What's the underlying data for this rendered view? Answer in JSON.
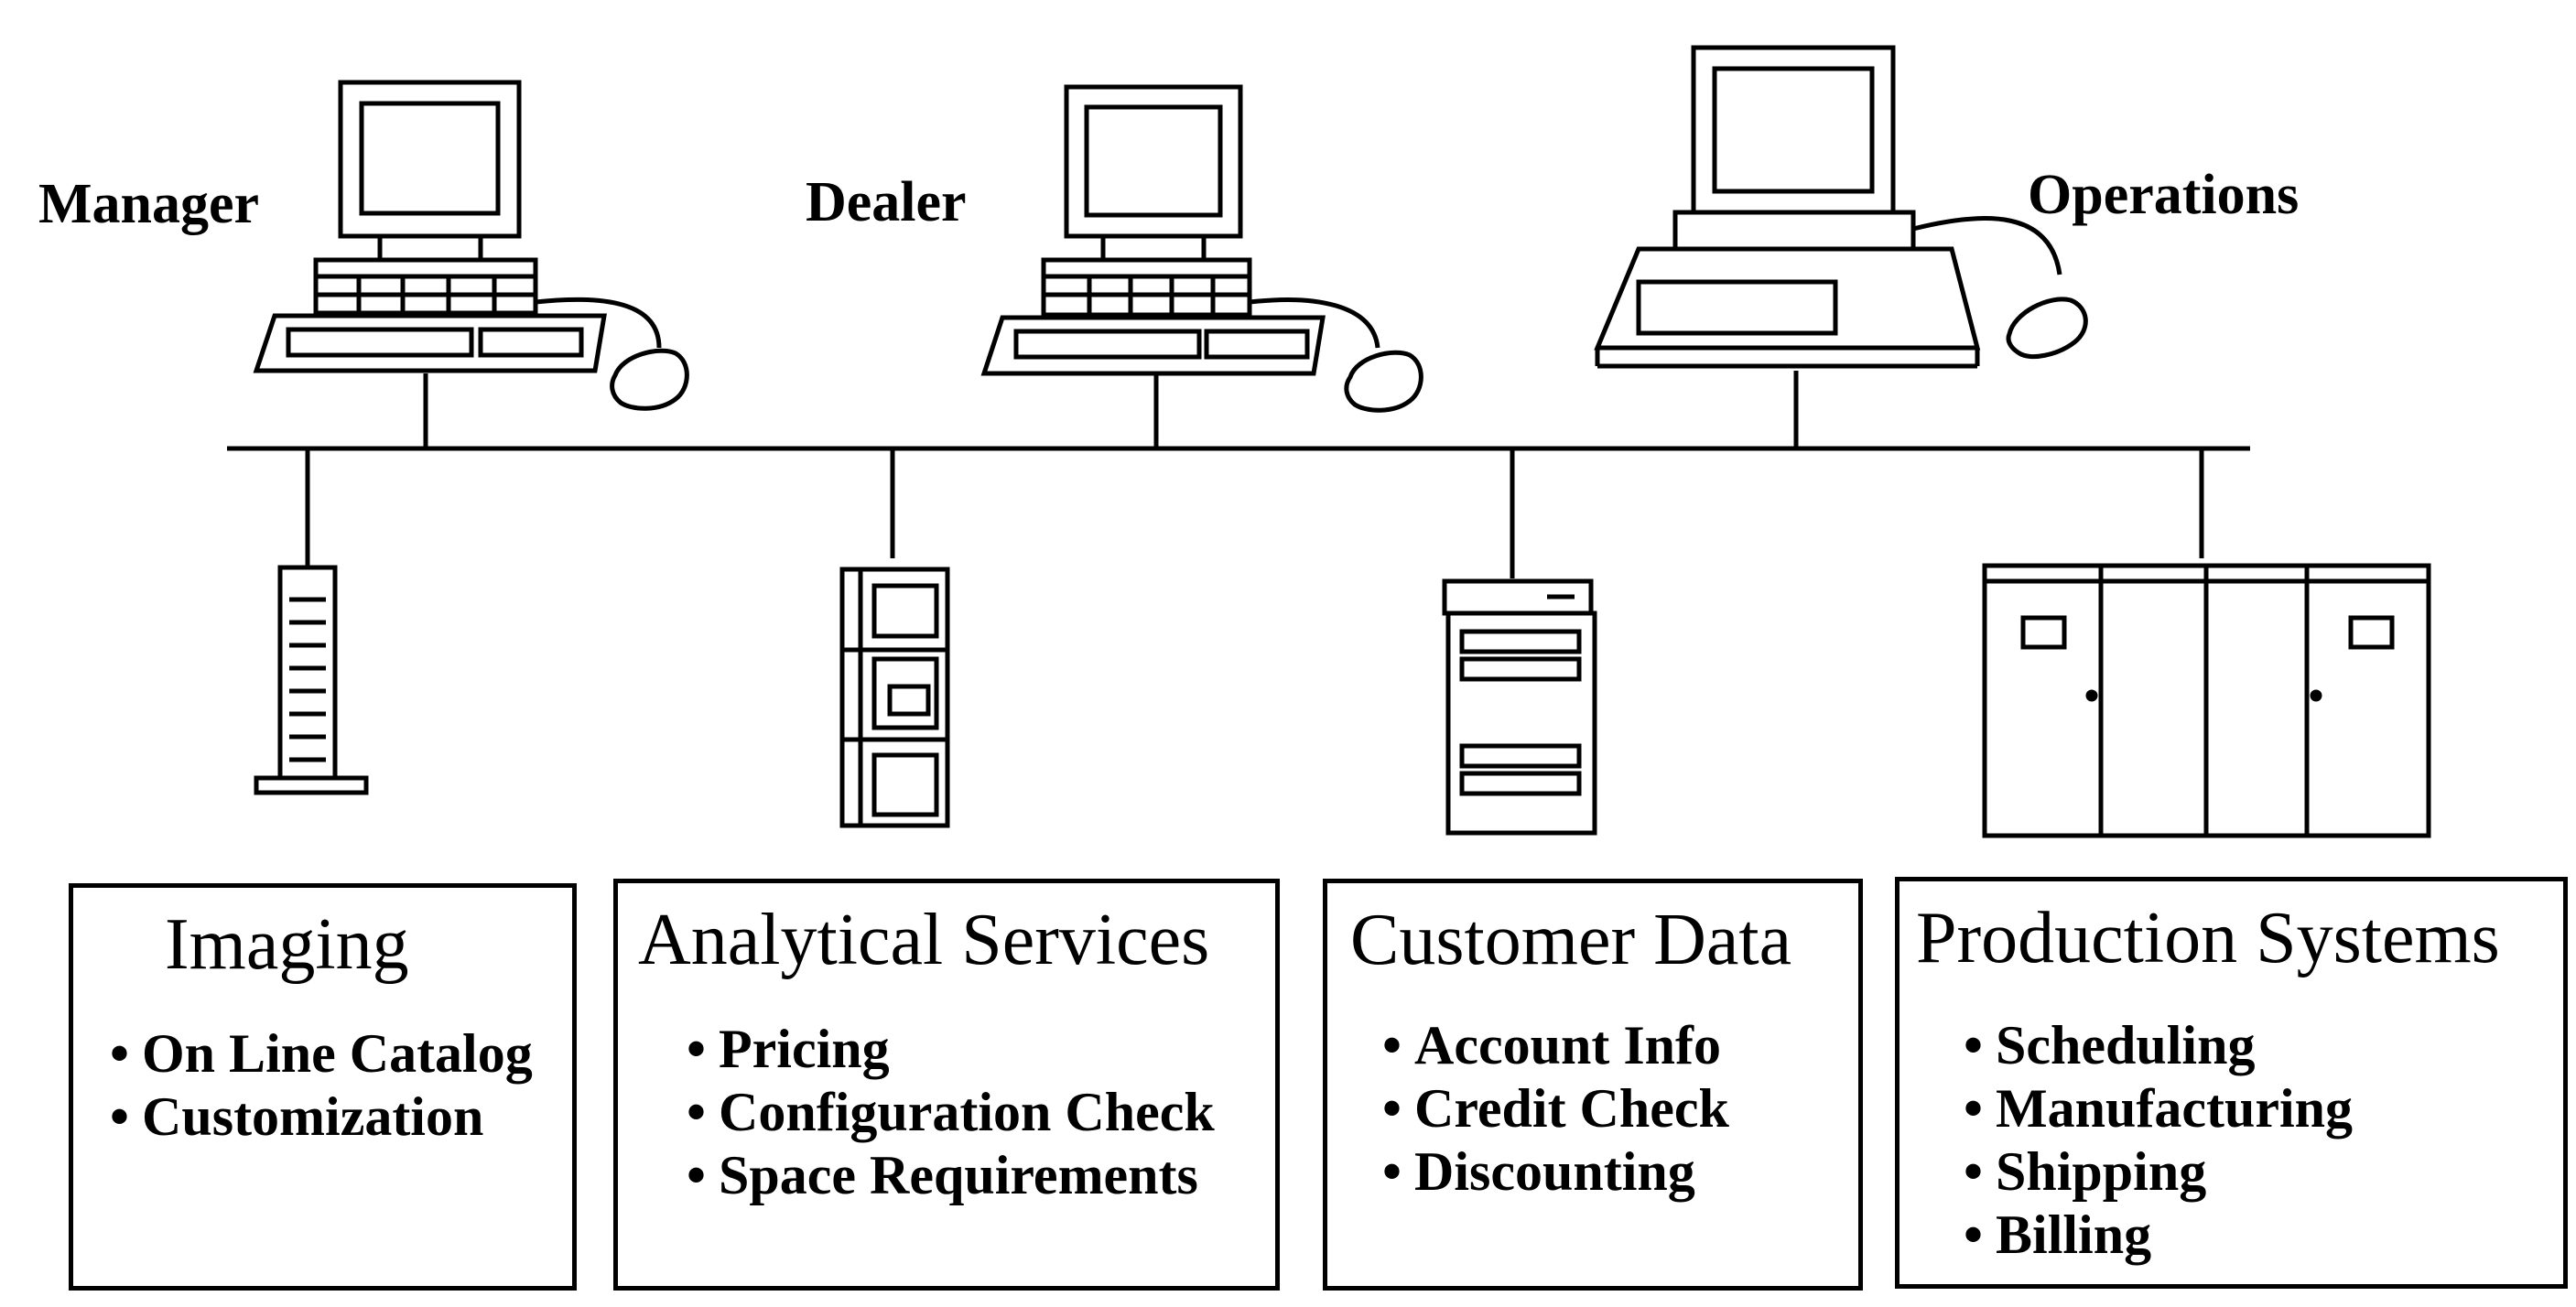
{
  "workstations": [
    {
      "label": "Manager",
      "icon": "desktop-computer-icon"
    },
    {
      "label": "Dealer",
      "icon": "desktop-computer-icon"
    },
    {
      "label": "Operations",
      "icon": "terminal-workstation-icon"
    }
  ],
  "services": [
    {
      "title": "Imaging",
      "icon": "tower-server-icon",
      "items": [
        "On Line Catalog",
        "Customization"
      ]
    },
    {
      "title": "Analytical Services",
      "icon": "rack-server-icon",
      "items": [
        "Pricing",
        "Configuration Check",
        "Space Requirements"
      ]
    },
    {
      "title": "Customer Data",
      "icon": "storage-cabinet-icon",
      "items": [
        "Account Info",
        "Credit Check",
        "Discounting"
      ]
    },
    {
      "title": "Production Systems",
      "icon": "mainframe-icon",
      "items": [
        "Scheduling",
        "Manufacturing",
        "Shipping",
        "Billing"
      ]
    }
  ]
}
